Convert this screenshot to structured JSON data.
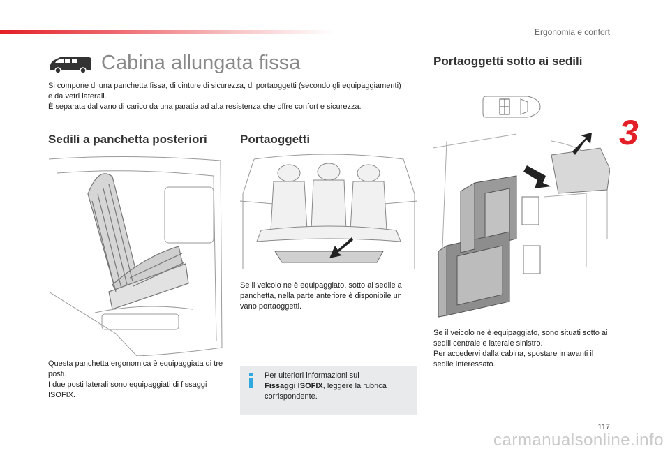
{
  "header": {
    "section_name": "Ergonomia e confort",
    "chapter_number": "3"
  },
  "intro": {
    "title": "Cabina allungata fissa",
    "text": "Si compone di una panchetta fissa, di cinture di sicurezza, di portaoggetti (secondo gli equipaggiamenti) e da vetri laterali.\nÈ separata dal vano di carico da una paratia ad alta resistenza che offre confort e sicurezza."
  },
  "sections": {
    "rear_bench": {
      "heading": "Sedili a panchetta posteriori",
      "text": "Questa panchetta ergonomica è equipaggiata di tre posti.\nI due posti laterali sono equipaggiati di fissaggi ISOFIX."
    },
    "storage": {
      "heading": "Portaoggetti",
      "text": "Se il veicolo ne è equipaggiato, sotto al sedile a panchetta, nella parte anteriore è disponibile un vano portaoggetti.",
      "info": {
        "line1": "Per ulteriori informazioni sui",
        "bold": "Fissaggi ISOFIX",
        "line2": ", leggere la rubrica corrispondente."
      }
    },
    "under_seat": {
      "heading": "Portaoggetti sotto ai sedili",
      "text": "Se il veicolo ne è equipaggiato, sono situati sotto ai sedili centrale e laterale sinistro.\nPer accedervi dalla cabina, spostare in avanti il sedile interessato."
    }
  },
  "footer": {
    "page_number": "117",
    "watermark": "carmanualsonline.info"
  },
  "colors": {
    "accent": "#e31e26",
    "info_icon": "#2fa8e1",
    "info_bg": "#e9eaeb"
  }
}
